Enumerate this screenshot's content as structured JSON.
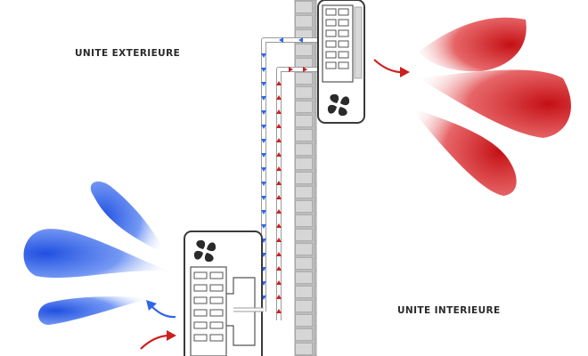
{
  "labels": {
    "outdoor": "UNITE EXTERIEURE",
    "indoor": "UNITE INTERIEURE"
  },
  "colors": {
    "hot": "#cc1f1f",
    "cold": "#2f66e8",
    "wall": "#cfcfcf",
    "unit_outline": "#3a3a3a"
  },
  "icons": {
    "fan": "fan-icon",
    "hot_flow": "hot-air-flow",
    "cold_flow": "cold-air-flow"
  }
}
